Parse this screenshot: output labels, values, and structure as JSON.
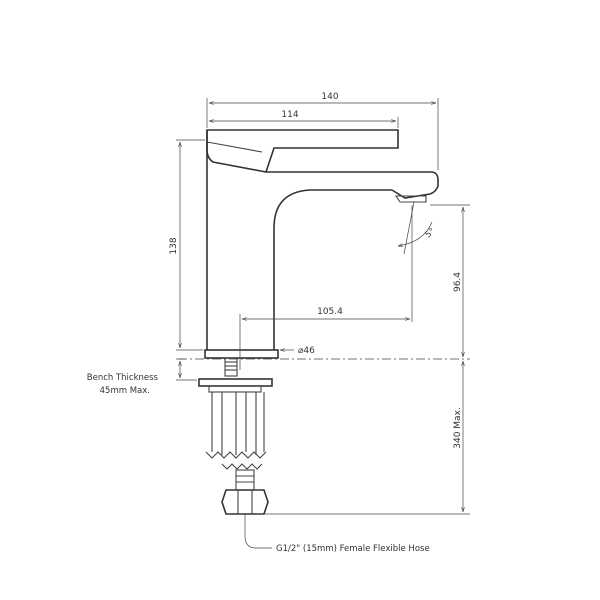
{
  "dimensions": {
    "overall_width": "140",
    "handle_length": "114",
    "total_height": "138",
    "spout_reach": "105.4",
    "base_diameter": "⌀46",
    "outlet_height": "96.4",
    "hose_length": "340 Max.",
    "spout_angle": "5°"
  },
  "annotations": {
    "bench_line1": "Bench Thickness",
    "bench_line2": "45mm Max.",
    "hose_note": "G1/2\" (15mm) Female Flexible Hose"
  },
  "colors": {
    "line": "#444444",
    "text": "#333333",
    "background": "#ffffff"
  }
}
